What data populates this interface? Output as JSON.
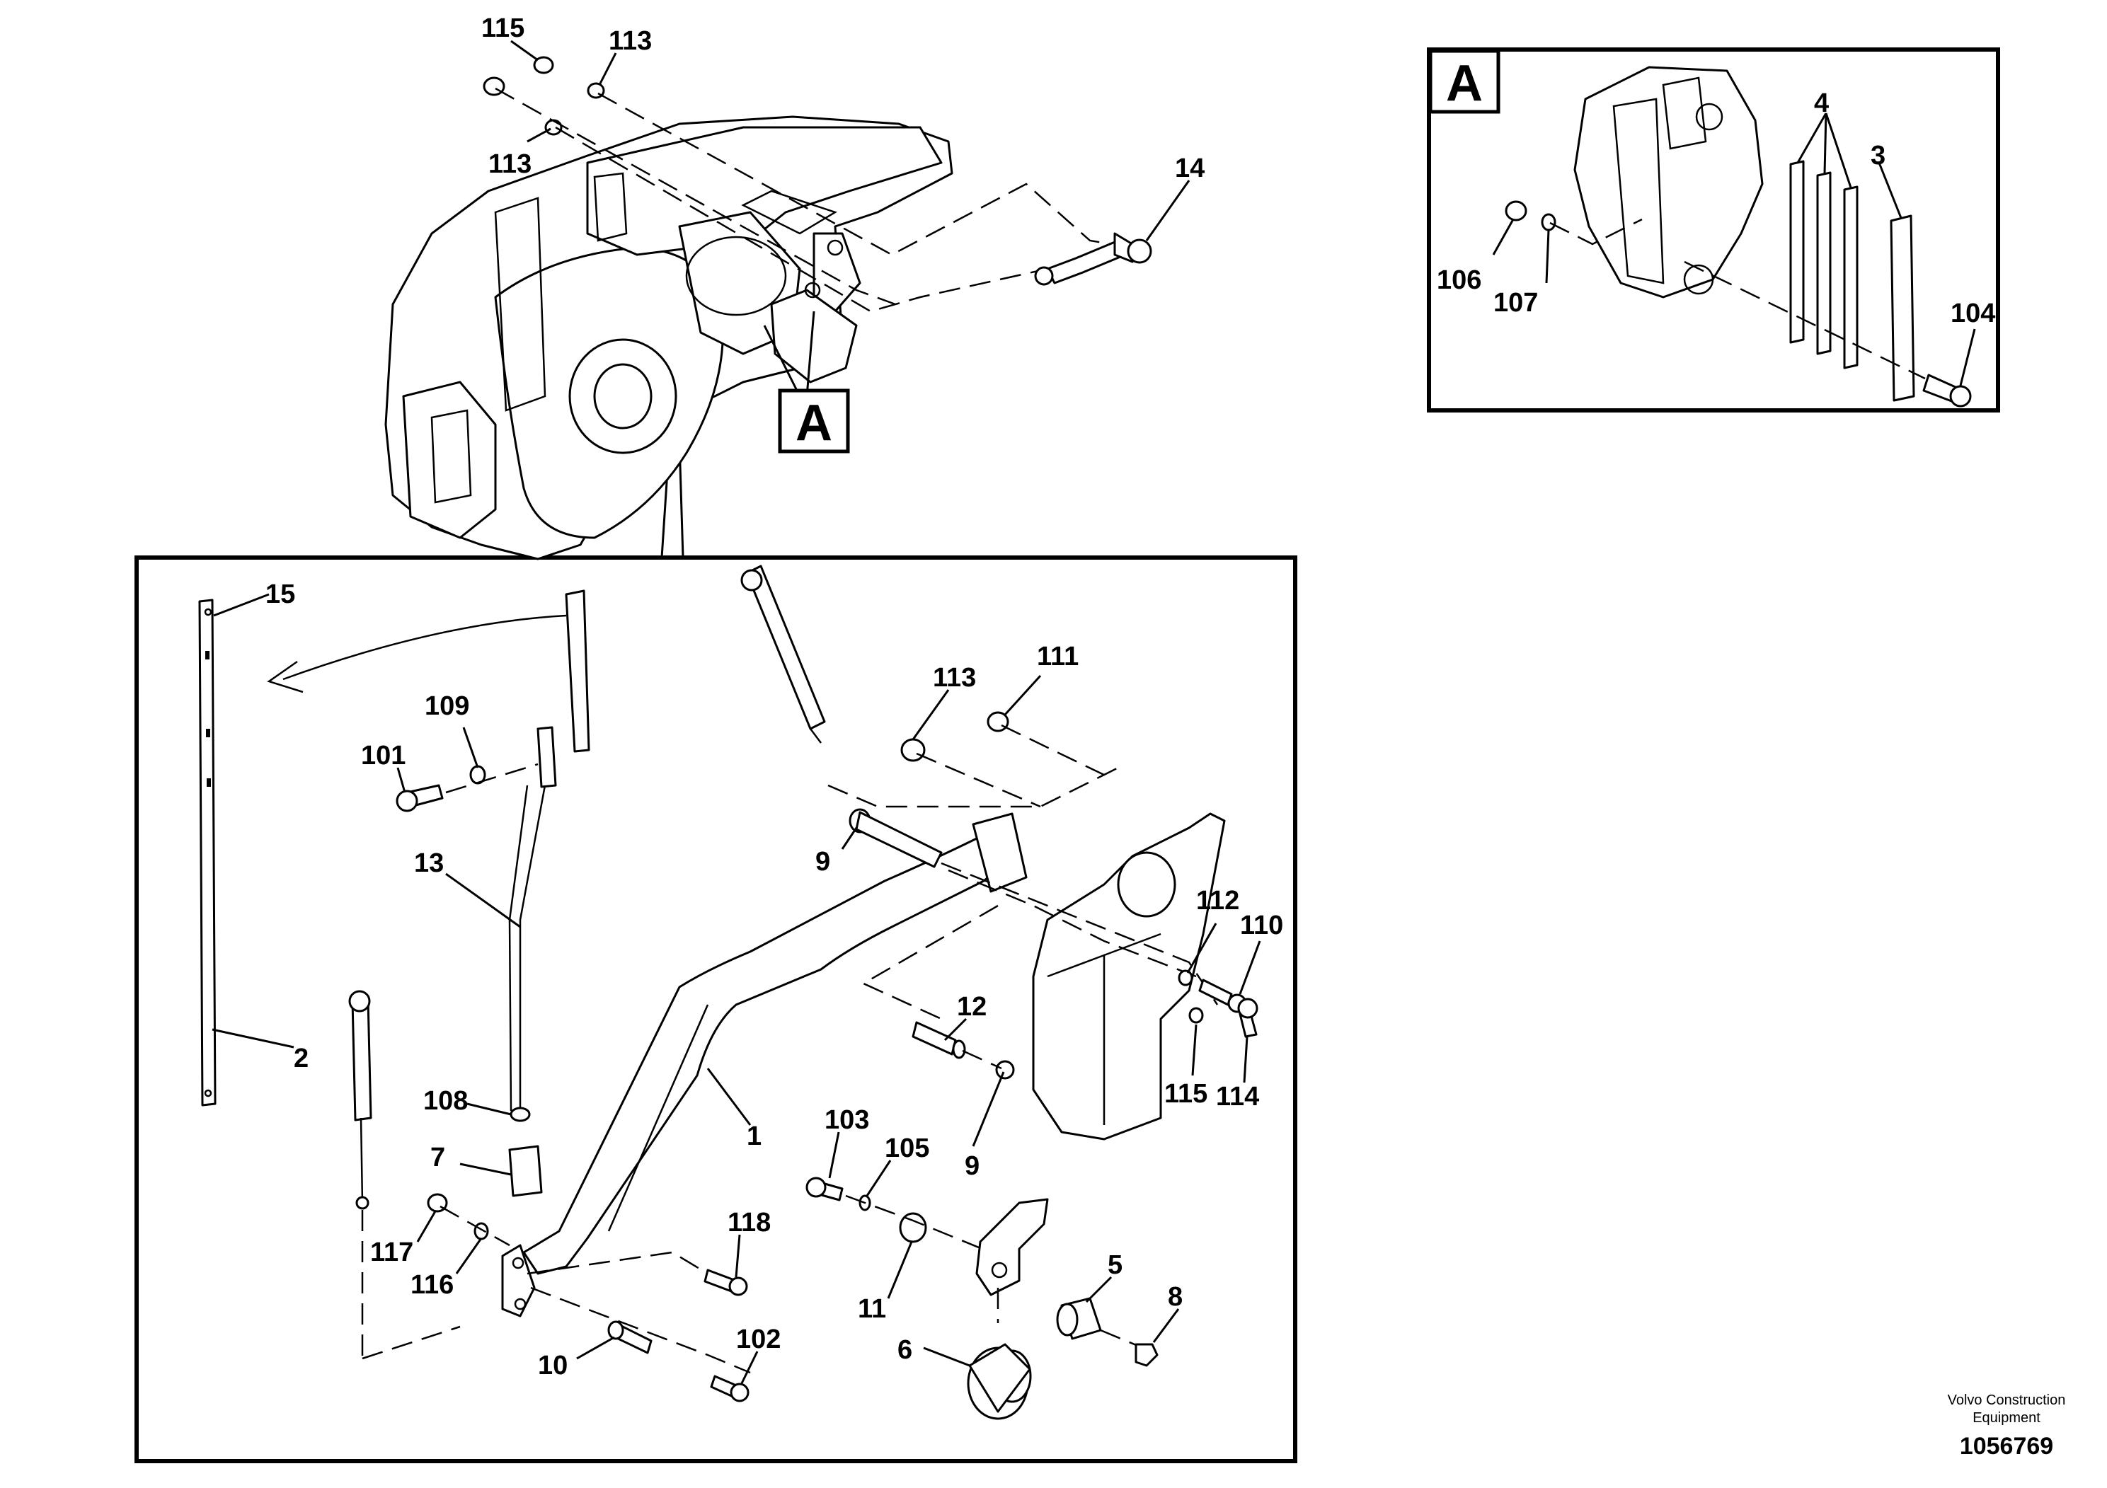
{
  "detail_marker": "A",
  "callouts": {
    "c115a": "115",
    "c113a": "113",
    "c113b": "113",
    "c14": "14",
    "c4": "4",
    "c3": "3",
    "c106": "106",
    "c107": "107",
    "c104": "104",
    "c15": "15",
    "c109": "109",
    "c101": "101",
    "c13": "13",
    "c113c": "113",
    "c111": "111",
    "c9a": "9",
    "c112": "112",
    "c110": "110",
    "c12": "12",
    "c115b": "115",
    "c114": "114",
    "c2": "2",
    "c108": "108",
    "c7": "7",
    "c1": "1",
    "c103": "103",
    "c105": "105",
    "c9b": "9",
    "c117": "117",
    "c118": "118",
    "c5": "5",
    "c116": "116",
    "c11": "11",
    "c8": "8",
    "c102": "102",
    "c6": "6",
    "c10": "10"
  },
  "footer": {
    "brand_line1": "Volvo Construction",
    "brand_line2": "Equipment",
    "doc_number": "1056769"
  }
}
